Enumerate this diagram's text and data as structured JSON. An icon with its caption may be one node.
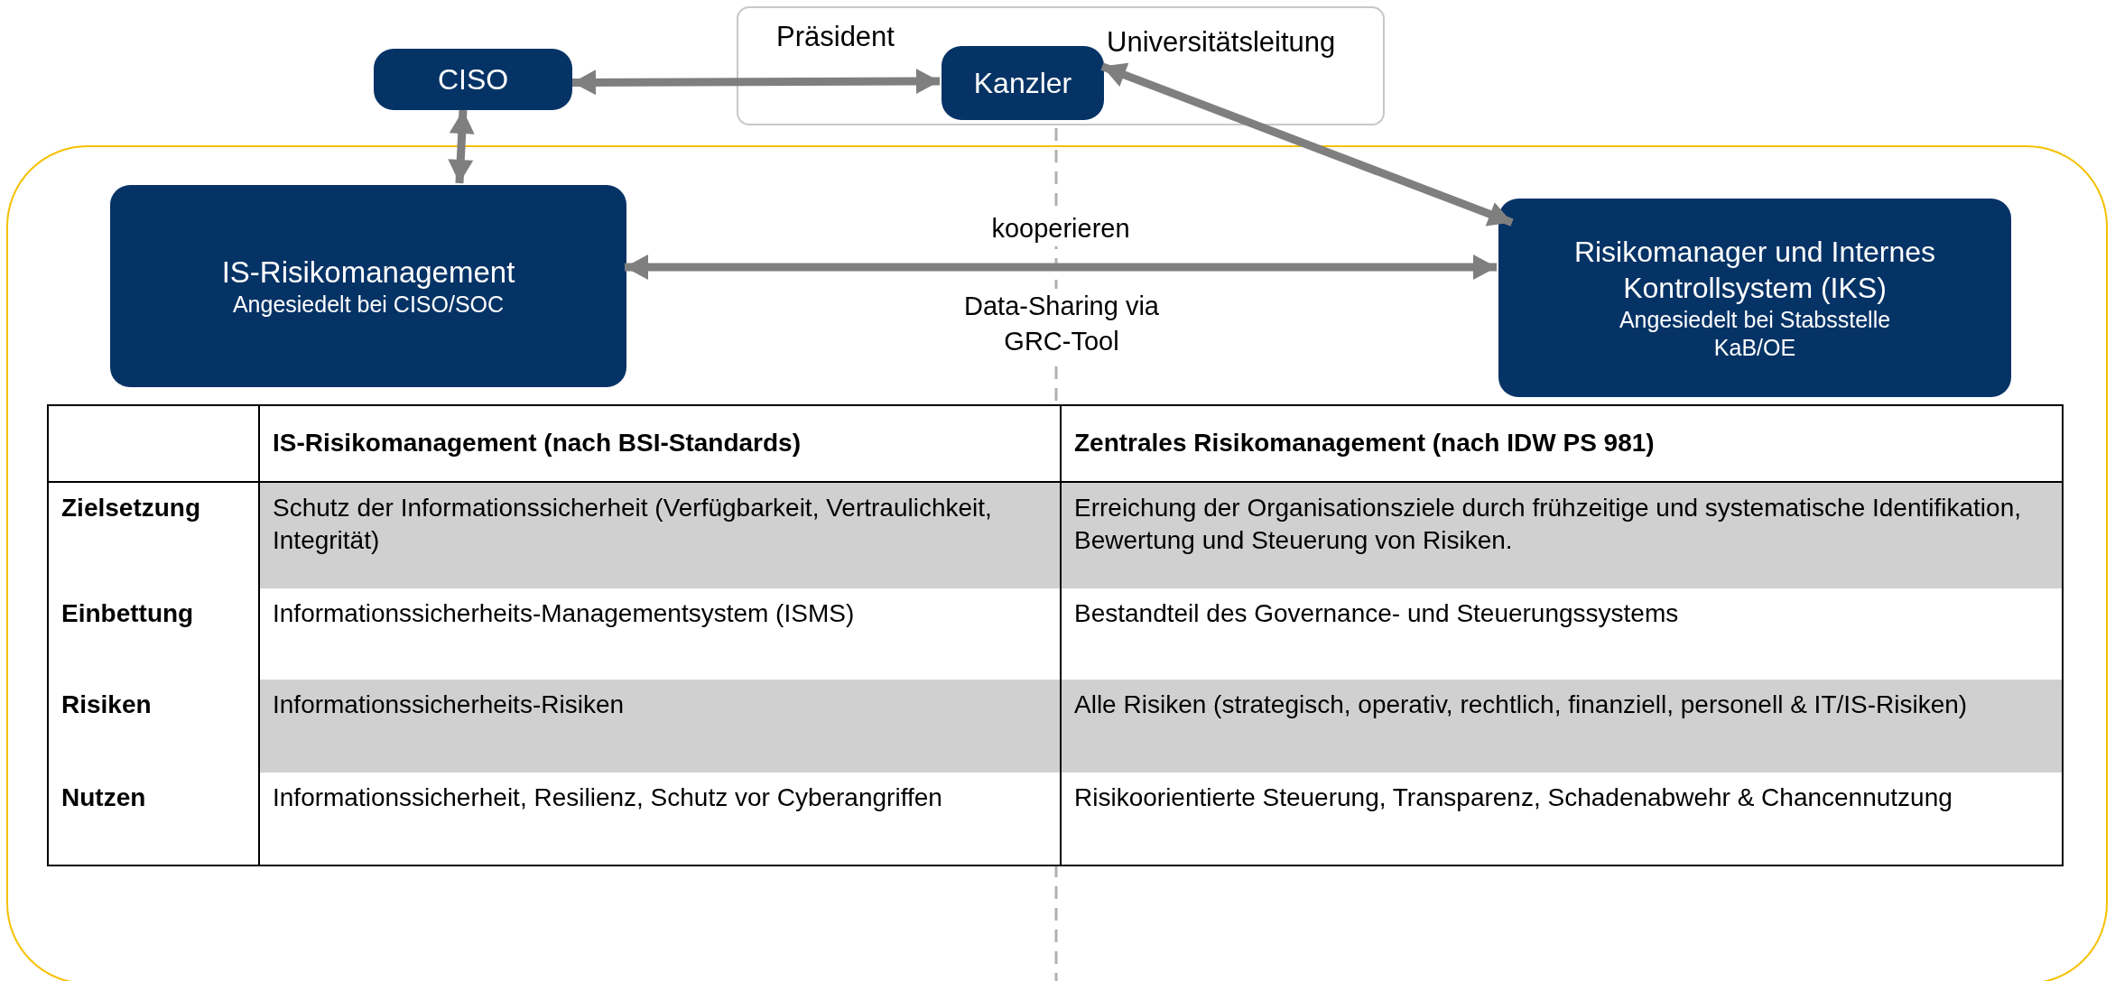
{
  "diagram": {
    "nodes": [
      {
        "text": [
          "Präsident",
          "Universitätsleitung"
        ]
      },
      {
        "text": [
          "Kanzler"
        ],
        "in": 0
      },
      {
        "text": [
          "CISO"
        ]
      },
      {
        "text": [],
        "shape": "box"
      },
      {
        "text": [
          "IS-Risikomanagement",
          "Angesiedelt bei CISO/SOC"
        ],
        "in": 3
      },
      {
        "text": [
          "Risikomanager und Internes Kontrollsystem (IKS)",
          "Angesiedelt bei Stabsstelle KaB/OE"
        ],
        "in": 3
      }
    ],
    "edges": [
      {
        "from": 2,
        "to": 1,
        "arrow": "both"
      },
      {
        "from": 2,
        "to": 4,
        "arrow": "both"
      },
      {
        "from": 1,
        "to": 5,
        "arrow": "both"
      },
      {
        "from": 4,
        "to": 5,
        "arrow": "both",
        "label": "kooperieren"
      }
    ],
    "labels": [
      "Data-Sharing via GRC-Tool",
      "IS-Risikomanagement (nach BSI-Standards)",
      "Zentrales Risikomanagement (nach IDW PS 981)",
      "Zielsetzung",
      "Schutz der Informationssicherheit (Verfügbarkeit, Vertraulichkeit, Integrität)",
      "Erreichung der Organisationsziele durch frühzeitige und systematische Identifikation, Bewertung und Steuerung von Risiken.",
      "Einbettung",
      "Informationssicherheits-Managementsystem (ISMS)",
      "Bestandteil des Governance- und Steuerungssystems",
      "Risiken",
      "Informationssicherheits-Risiken",
      "Alle Risiken (strategisch, operativ, rechtlich, finanziell, personell & IT/IS-Risiken)",
      "Nutzen",
      "Informationssicherheit, Resilienz, Schutz vor Cyberangriffen",
      "Risikoorientierte Steuerung, Transparenz, Schadenabwehr & Chancennutzung"
    ]
  }
}
